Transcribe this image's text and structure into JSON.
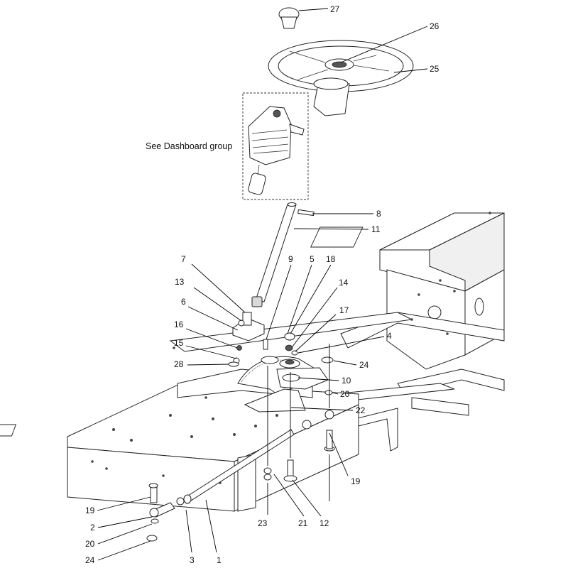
{
  "note": {
    "text": "See Dashboard group"
  },
  "callouts": [
    "27",
    "26",
    "25",
    "8",
    "11",
    "7",
    "9",
    "5",
    "18",
    "13",
    "14",
    "6",
    "17",
    "16",
    "4",
    "15",
    "28",
    "24",
    "10",
    "20",
    "22",
    "19",
    "2",
    "20",
    "24",
    "3",
    "1",
    "23",
    "21",
    "12",
    "19"
  ]
}
